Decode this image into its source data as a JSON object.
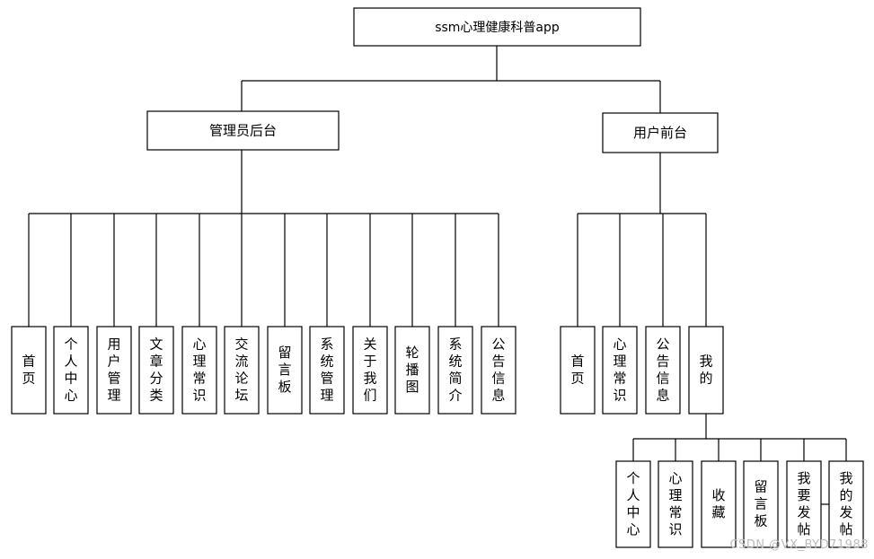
{
  "root": {
    "label": "ssm心理健康科普app"
  },
  "admin": {
    "label": "管理员后台",
    "children": [
      "首页",
      "个人中心",
      "用户管理",
      "文章分类",
      "心理常识",
      "交流论坛",
      "留言板",
      "系统管理",
      "关于我们",
      "轮播图",
      "系统简介",
      "公告信息"
    ]
  },
  "user": {
    "label": "用户前台",
    "children": [
      "首页",
      "心理常识",
      "公告信息",
      "我的"
    ]
  },
  "mine": {
    "children": [
      "个人中心",
      "心理常识",
      "收藏",
      "留言板",
      "我要发帖",
      "我的发帖"
    ]
  },
  "watermark": "CSDN @VX_BYD71988"
}
